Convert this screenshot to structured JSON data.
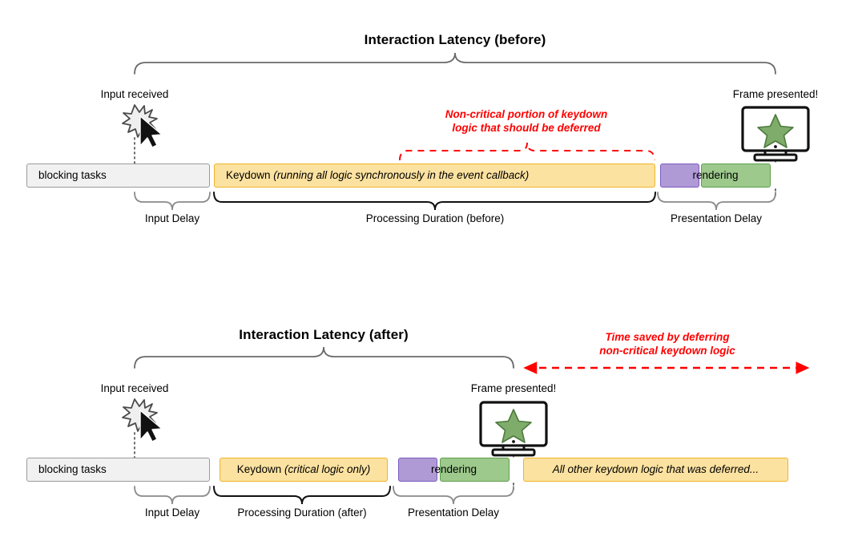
{
  "meta": {
    "colors": {
      "blocking_fill": "#f1f1f1",
      "blocking_stroke": "#9a9a9a",
      "keydown_fill": "#fce2a0",
      "keydown_stroke": "#f0b429",
      "rendering_purple_fill": "#b09ad6",
      "rendering_purple_stroke": "#7b5cc0",
      "rendering_green_fill": "#9dc98c",
      "rendering_green_stroke": "#5f9e4c",
      "annotation_red": "#ff0000",
      "brace_gray": "#6a6a6a",
      "brace_black": "#000000",
      "star_green": "#7fab6b"
    }
  },
  "before": {
    "title": "Interaction Latency (before)",
    "input_label": "Input received",
    "frame_label": "Frame presented!",
    "annotation_line1": "Non-critical portion of keydown",
    "annotation_line2": "logic that should be deferred",
    "bars": [
      {
        "name": "blocking-tasks",
        "text": "blocking tasks",
        "style": "blocking"
      },
      {
        "name": "keydown",
        "text_plain": "Keydown ",
        "text_italic": "(running all logic synchronously in the event callback)",
        "style": "keydown"
      },
      {
        "name": "render-purple",
        "text": "",
        "style": "purple"
      },
      {
        "name": "render-green",
        "text": "rendering",
        "style": "green"
      }
    ],
    "phases": [
      {
        "name": "input-delay",
        "label": "Input Delay"
      },
      {
        "name": "processing-duration",
        "label": "Processing Duration (before)"
      },
      {
        "name": "presentation-delay",
        "label": "Presentation Delay"
      }
    ]
  },
  "after": {
    "title": "Interaction Latency (after)",
    "input_label": "Input received",
    "frame_label": "Frame presented!",
    "annotation_line1": "Time saved by deferring",
    "annotation_line2": "non-critical keydown logic",
    "bars": [
      {
        "name": "blocking-tasks",
        "text": "blocking tasks",
        "style": "blocking"
      },
      {
        "name": "keydown",
        "text_plain": "Keydown ",
        "text_italic": "(critical logic only)",
        "style": "keydown"
      },
      {
        "name": "render-purple",
        "text": "",
        "style": "purple"
      },
      {
        "name": "render-green",
        "text": "rendering",
        "style": "green"
      },
      {
        "name": "deferred",
        "text_italic": "All other keydown logic that was deferred...",
        "style": "keydown"
      }
    ],
    "phases": [
      {
        "name": "input-delay",
        "label": "Input Delay"
      },
      {
        "name": "processing-duration",
        "label": "Processing Duration (after)"
      },
      {
        "name": "presentation-delay",
        "label": "Presentation Delay"
      }
    ]
  },
  "icons": {
    "click_burst": "click-burst-icon",
    "cursor": "mouse-cursor-icon",
    "monitor": "monitor-icon",
    "star": "star-icon"
  }
}
